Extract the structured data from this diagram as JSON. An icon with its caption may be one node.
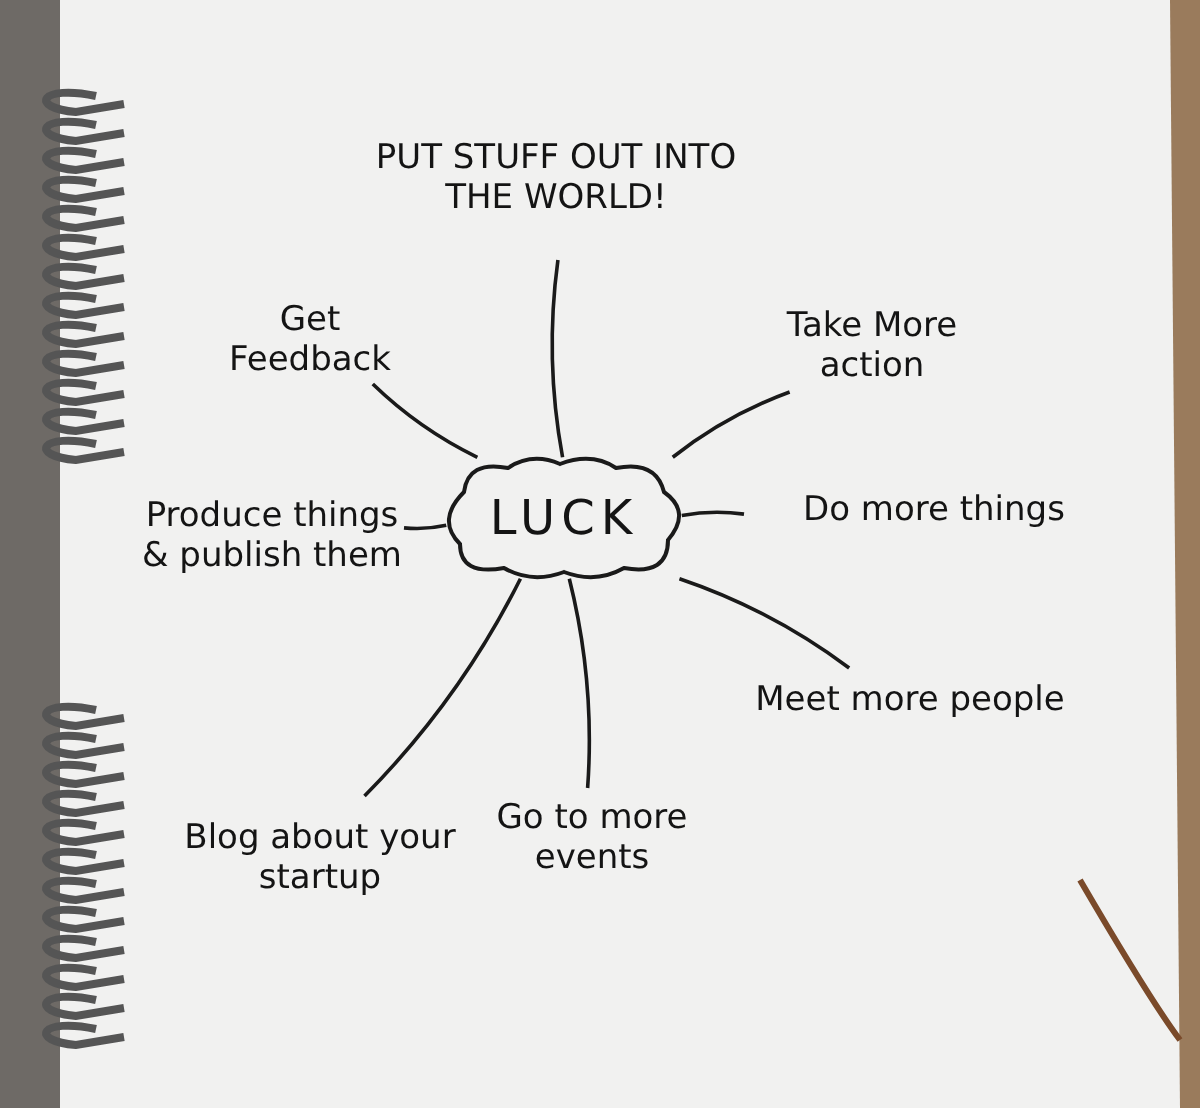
{
  "diagram": {
    "nodes": [
      {
        "text": [
          "LUCK"
        ]
      },
      {
        "text": [
          "PUT STUFF OUT INTO THE WORLD!"
        ]
      },
      {
        "text": [
          "Get Feedback"
        ]
      },
      {
        "text": [
          "Take More action"
        ]
      },
      {
        "text": [
          "Produce things & publish them"
        ]
      },
      {
        "text": [
          "Do more things"
        ]
      },
      {
        "text": [
          "Meet more people"
        ]
      },
      {
        "text": [
          "Blog about your startup"
        ]
      },
      {
        "text": [
          "Go to more events"
        ]
      }
    ],
    "edges": [
      {
        "from": 0,
        "to": 1,
        "arrow": "none"
      },
      {
        "from": 0,
        "to": 2,
        "arrow": "none"
      },
      {
        "from": 0,
        "to": 3,
        "arrow": "none"
      },
      {
        "from": 0,
        "to": 4,
        "arrow": "none"
      },
      {
        "from": 0,
        "to": 5,
        "arrow": "none"
      },
      {
        "from": 0,
        "to": 6,
        "arrow": "none"
      },
      {
        "from": 0,
        "to": 7,
        "arrow": "none"
      },
      {
        "from": 0,
        "to": 8,
        "arrow": "none"
      }
    ]
  }
}
